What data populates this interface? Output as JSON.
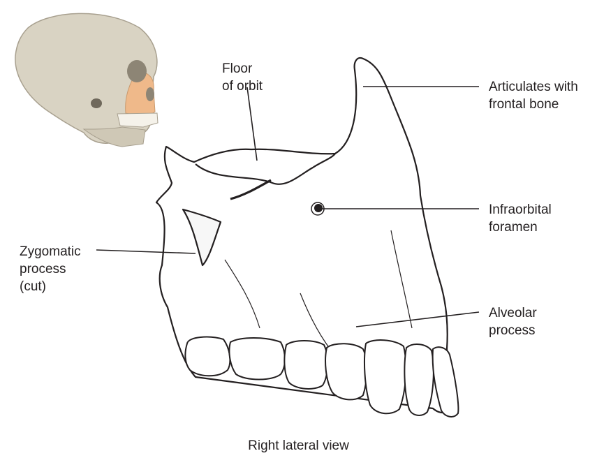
{
  "caption": "Right lateral view",
  "labels": {
    "floor_of_orbit": [
      "Floor",
      "of orbit"
    ],
    "frontal_bone": [
      "Articulates with",
      "frontal bone"
    ],
    "infraorbital_foramen": [
      "Infraorbital",
      "foramen"
    ],
    "zygomatic_process": [
      "Zygomatic",
      "process",
      "(cut)"
    ],
    "alveolar_process": [
      "Alveolar",
      "process"
    ]
  },
  "colors": {
    "bone_outline": "#231f20",
    "skull_fill": "#d9d3c3",
    "maxilla_highlight": "#efb98a",
    "bone_fill": "#ffffff"
  }
}
